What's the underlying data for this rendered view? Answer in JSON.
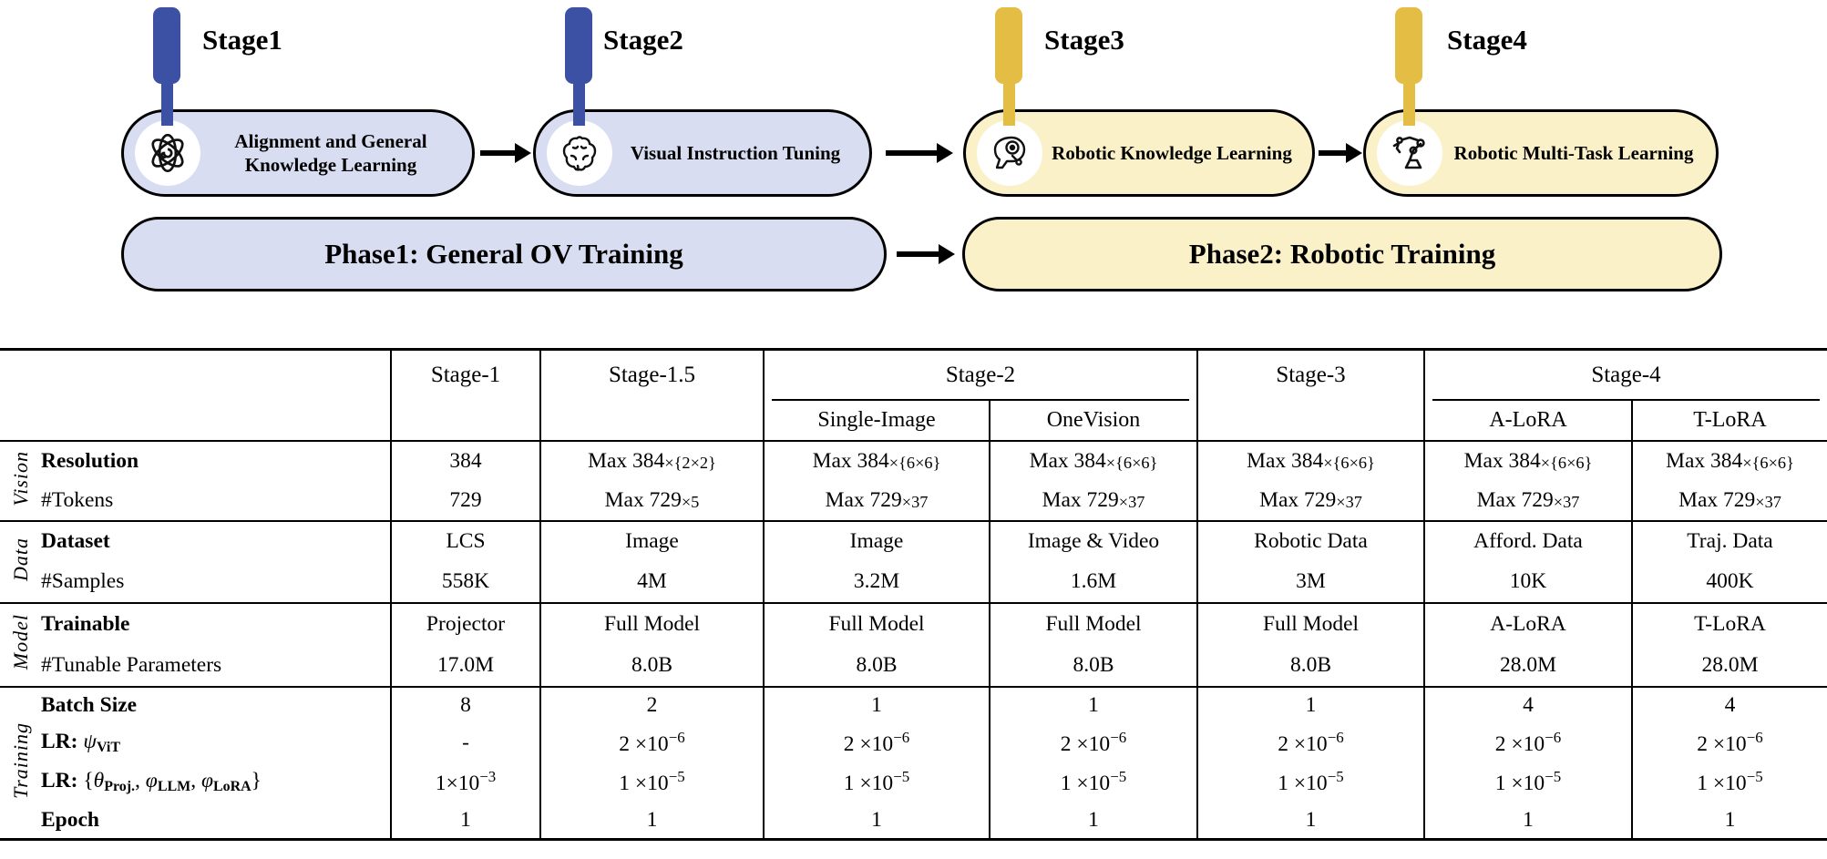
{
  "diagram": {
    "stages": [
      {
        "pin_label": "Stage1",
        "title": "Alignment and General Knowledge Learning",
        "icon": "atom-icon",
        "theme": "blue"
      },
      {
        "pin_label": "Stage2",
        "title": "Visual Instruction Tuning",
        "icon": "brain-icon",
        "theme": "blue"
      },
      {
        "pin_label": "Stage3",
        "title": "Robotic Knowledge Learning",
        "icon": "robot-head-icon",
        "theme": "yellow"
      },
      {
        "pin_label": "Stage4",
        "title": "Robotic Multi-Task Learning",
        "icon": "robot-arm-icon",
        "theme": "yellow"
      }
    ],
    "phases": [
      {
        "title": "Phase1: General OV Training",
        "theme": "blue"
      },
      {
        "title": "Phase2: Robotic Training",
        "theme": "yellow"
      }
    ],
    "colors": {
      "blue_fill": "#d9ddf1",
      "blue_pin": "#3c51a3",
      "yellow_fill": "#fbf1c9",
      "yellow_pin": "#e4bd45",
      "outline": "#000000"
    }
  },
  "table": {
    "column_headers": [
      {
        "label": "Stage-1",
        "span": 1
      },
      {
        "label": "Stage-1.5",
        "span": 1
      },
      {
        "label": "Stage-2",
        "span": 2,
        "children": [
          "Single-Image",
          "OneVision"
        ]
      },
      {
        "label": "Stage-3",
        "span": 1
      },
      {
        "label": "Stage-4",
        "span": 2,
        "children": [
          "A-LoRA",
          "T-LoRA"
        ]
      }
    ],
    "groups": [
      {
        "name": "Vision",
        "rows": [
          {
            "label": [
              {
                "t": "Resolution",
                "f": "b"
              }
            ],
            "values": [
              "384",
              {
                "t": "Max 384",
                "s": "×{2×2}"
              },
              {
                "t": "Max 384",
                "s": "×{6×6}"
              },
              {
                "t": "Max 384",
                "s": "×{6×6}"
              },
              {
                "t": "Max 384",
                "s": "×{6×6}"
              },
              {
                "t": "Max 384",
                "s": "×{6×6}"
              },
              {
                "t": "Max 384",
                "s": "×{6×6}"
              }
            ]
          },
          {
            "label": [
              {
                "t": "#Tokens"
              }
            ],
            "values": [
              "729",
              {
                "t": "Max 729",
                "s": "×5"
              },
              {
                "t": "Max 729",
                "s": "×37"
              },
              {
                "t": "Max 729",
                "s": "×37"
              },
              {
                "t": "Max 729",
                "s": "×37"
              },
              {
                "t": "Max 729",
                "s": "×37"
              },
              {
                "t": "Max 729",
                "s": "×37"
              }
            ]
          }
        ]
      },
      {
        "name": "Data",
        "rows": [
          {
            "label": [
              {
                "t": "Dataset",
                "f": "b"
              }
            ],
            "values": [
              "LCS",
              "Image",
              "Image",
              "Image & Video",
              "Robotic Data",
              "Afford. Data",
              "Traj. Data"
            ]
          },
          {
            "label": [
              {
                "t": "#Samples"
              }
            ],
            "values": [
              "558K",
              "4M",
              "3.2M",
              "1.6M",
              "3M",
              "10K",
              "400K"
            ]
          }
        ]
      },
      {
        "name": "Model",
        "rows": [
          {
            "label": [
              {
                "t": "Trainable",
                "f": "b"
              }
            ],
            "values": [
              "Projector",
              "Full Model",
              "Full Model",
              "Full Model",
              "Full Model",
              "A-LoRA",
              "T-LoRA"
            ]
          },
          {
            "label": [
              {
                "t": "#Tunable Parameters"
              }
            ],
            "values": [
              "17.0M",
              "8.0B",
              "8.0B",
              "8.0B",
              "8.0B",
              "28.0M",
              "28.0M"
            ]
          }
        ]
      },
      {
        "name": "Training",
        "rows": [
          {
            "label": [
              {
                "t": "Batch Size",
                "f": "b"
              }
            ],
            "values": [
              "8",
              "2",
              "1",
              "1",
              "1",
              "4",
              "4"
            ]
          },
          {
            "label": [
              {
                "t": "LR: ",
                "f": "b"
              },
              {
                "t": "ψ",
                "f": "i"
              },
              {
                "t": "ViT",
                "f": "bsub"
              }
            ],
            "values": [
              "-",
              {
                "t": "2 ×10",
                "sup": "−6"
              },
              {
                "t": "2 ×10",
                "sup": "−6"
              },
              {
                "t": "2 ×10",
                "sup": "−6"
              },
              {
                "t": "2 ×10",
                "sup": "−6"
              },
              {
                "t": "2 ×10",
                "sup": "−6"
              },
              {
                "t": "2 ×10",
                "sup": "−6"
              }
            ]
          },
          {
            "label": [
              {
                "t": "LR: ",
                "f": "b"
              },
              {
                "t": "{"
              },
              {
                "t": "θ",
                "f": "i"
              },
              {
                "t": "Proj.",
                "f": "bsub"
              },
              {
                "t": ", "
              },
              {
                "t": "φ",
                "f": "i"
              },
              {
                "t": "LLM",
                "f": "bsub"
              },
              {
                "t": ", "
              },
              {
                "t": "φ",
                "f": "i"
              },
              {
                "t": "LoRA",
                "f": "bsub"
              },
              {
                "t": "}"
              }
            ],
            "values": [
              {
                "t": "1×10",
                "sup": "−3"
              },
              {
                "t": "1 ×10",
                "sup": "−5"
              },
              {
                "t": "1 ×10",
                "sup": "−5"
              },
              {
                "t": "1 ×10",
                "sup": "−5"
              },
              {
                "t": "1 ×10",
                "sup": "−5"
              },
              {
                "t": "1 ×10",
                "sup": "−5"
              },
              {
                "t": "1 ×10",
                "sup": "−5"
              }
            ]
          },
          {
            "label": [
              {
                "t": "Epoch",
                "f": "b"
              }
            ],
            "values": [
              "1",
              "1",
              "1",
              "1",
              "1",
              "1",
              "1"
            ]
          }
        ]
      }
    ]
  }
}
